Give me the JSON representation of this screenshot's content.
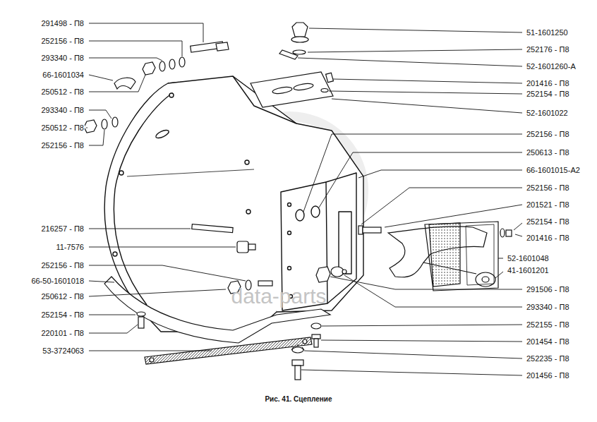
{
  "diagram": {
    "caption": "Рис. 41. Сцепление",
    "labels": [
      "291498 - П8",
      "252156 - П8",
      "293340 - П8",
      "66-1601034",
      "250512 - П8",
      "293340 - П8",
      "250512 - П8",
      "252156 - П8",
      "216257 - П8",
      "11-7576",
      "252156 - П8",
      "66-50-1601018",
      "250612 - П8",
      "252154 - П8",
      "220101 - П8",
      "53-3724063",
      "51-1601250",
      "252176 - П8",
      "52-1601260-А",
      "201416 - П8",
      "252154 - П8",
      "52-1601022",
      "252156 - П8",
      "250613 - П8",
      "66-1601015-А2",
      "252156 - П8",
      "201521 - П8",
      "252154 - П8",
      "201416 - П8",
      "52-1601048",
      "41-1601201",
      "291506 - П8",
      "293340 - П8",
      "252155 - П8",
      "201454 - П8",
      "252235 - П8",
      "201456 - П8",
      "data-parts"
    ]
  }
}
